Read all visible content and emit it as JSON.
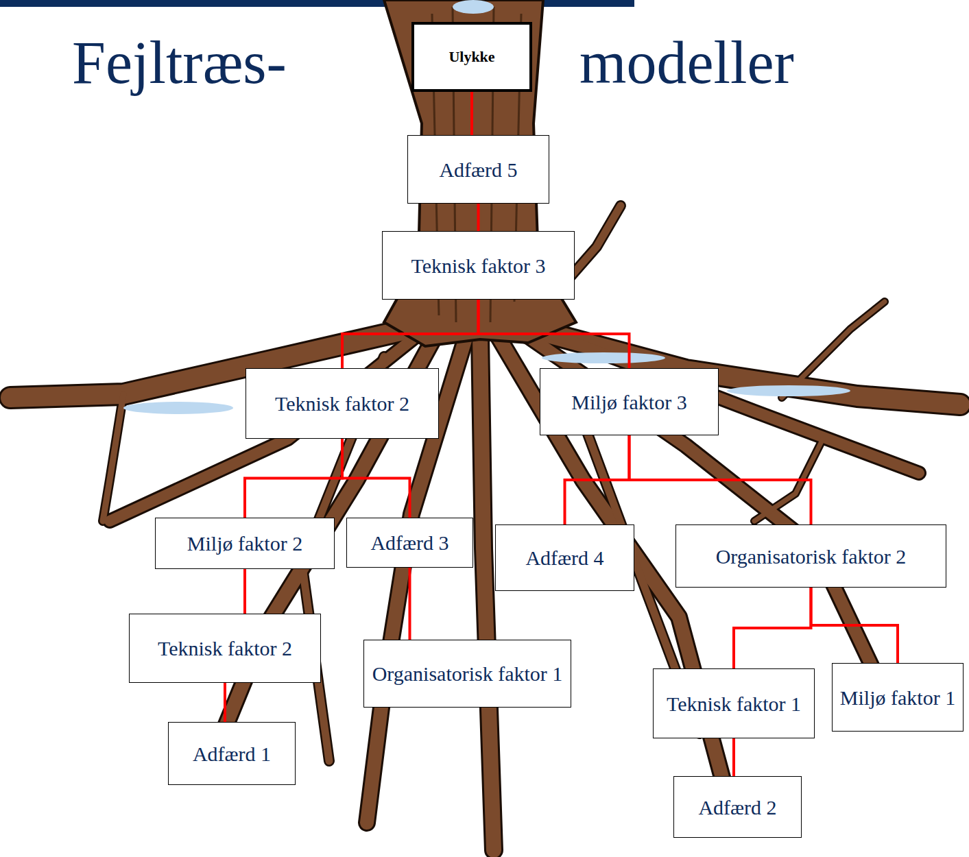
{
  "diagram": {
    "title": "Fejltræs-",
    "nodes": [
      {
        "text": [
          "Ulykke"
        ]
      },
      {
        "text": [
          "Adfærd 5"
        ]
      },
      {
        "text": [
          "Teknisk faktor 3"
        ]
      },
      {
        "text": [
          "Teknisk faktor 2"
        ]
      },
      {
        "text": [
          "Miljø faktor 3"
        ]
      },
      {
        "text": [
          "Miljø faktor 2"
        ]
      },
      {
        "text": [
          "Adfærd 3"
        ]
      },
      {
        "text": [
          "Adfærd 4"
        ]
      },
      {
        "text": [
          "Organisatorisk faktor 2"
        ]
      },
      {
        "text": [
          "Teknisk faktor 2"
        ]
      },
      {
        "text": [
          "Organisatorisk faktor 1"
        ]
      },
      {
        "text": [
          "Teknisk faktor 1"
        ]
      },
      {
        "text": [
          "Miljø faktor 1"
        ]
      },
      {
        "text": [
          "Adfærd 1"
        ]
      },
      {
        "text": [
          "Adfærd 2"
        ]
      }
    ],
    "edges": [
      {
        "from": 0,
        "to": 1,
        "arrow": "none"
      },
      {
        "from": 1,
        "to": 2,
        "arrow": "none"
      },
      {
        "from": 2,
        "to": 3,
        "arrow": "none"
      },
      {
        "from": 2,
        "to": 4,
        "arrow": "none"
      },
      {
        "from": 3,
        "to": 5,
        "arrow": "none"
      },
      {
        "from": 3,
        "to": 6,
        "arrow": "none"
      },
      {
        "from": 4,
        "to": 7,
        "arrow": "none"
      },
      {
        "from": 4,
        "to": 8,
        "arrow": "none"
      },
      {
        "from": 5,
        "to": 9,
        "arrow": "none"
      },
      {
        "from": 6,
        "to": 10,
        "arrow": "none"
      },
      {
        "from": 8,
        "to": 11,
        "arrow": "none"
      },
      {
        "from": 8,
        "to": 12,
        "arrow": "none"
      },
      {
        "from": 9,
        "to": 13,
        "arrow": "none"
      },
      {
        "from": 11,
        "to": 14,
        "arrow": "none"
      }
    ],
    "labels": [
      "modeller"
    ]
  }
}
